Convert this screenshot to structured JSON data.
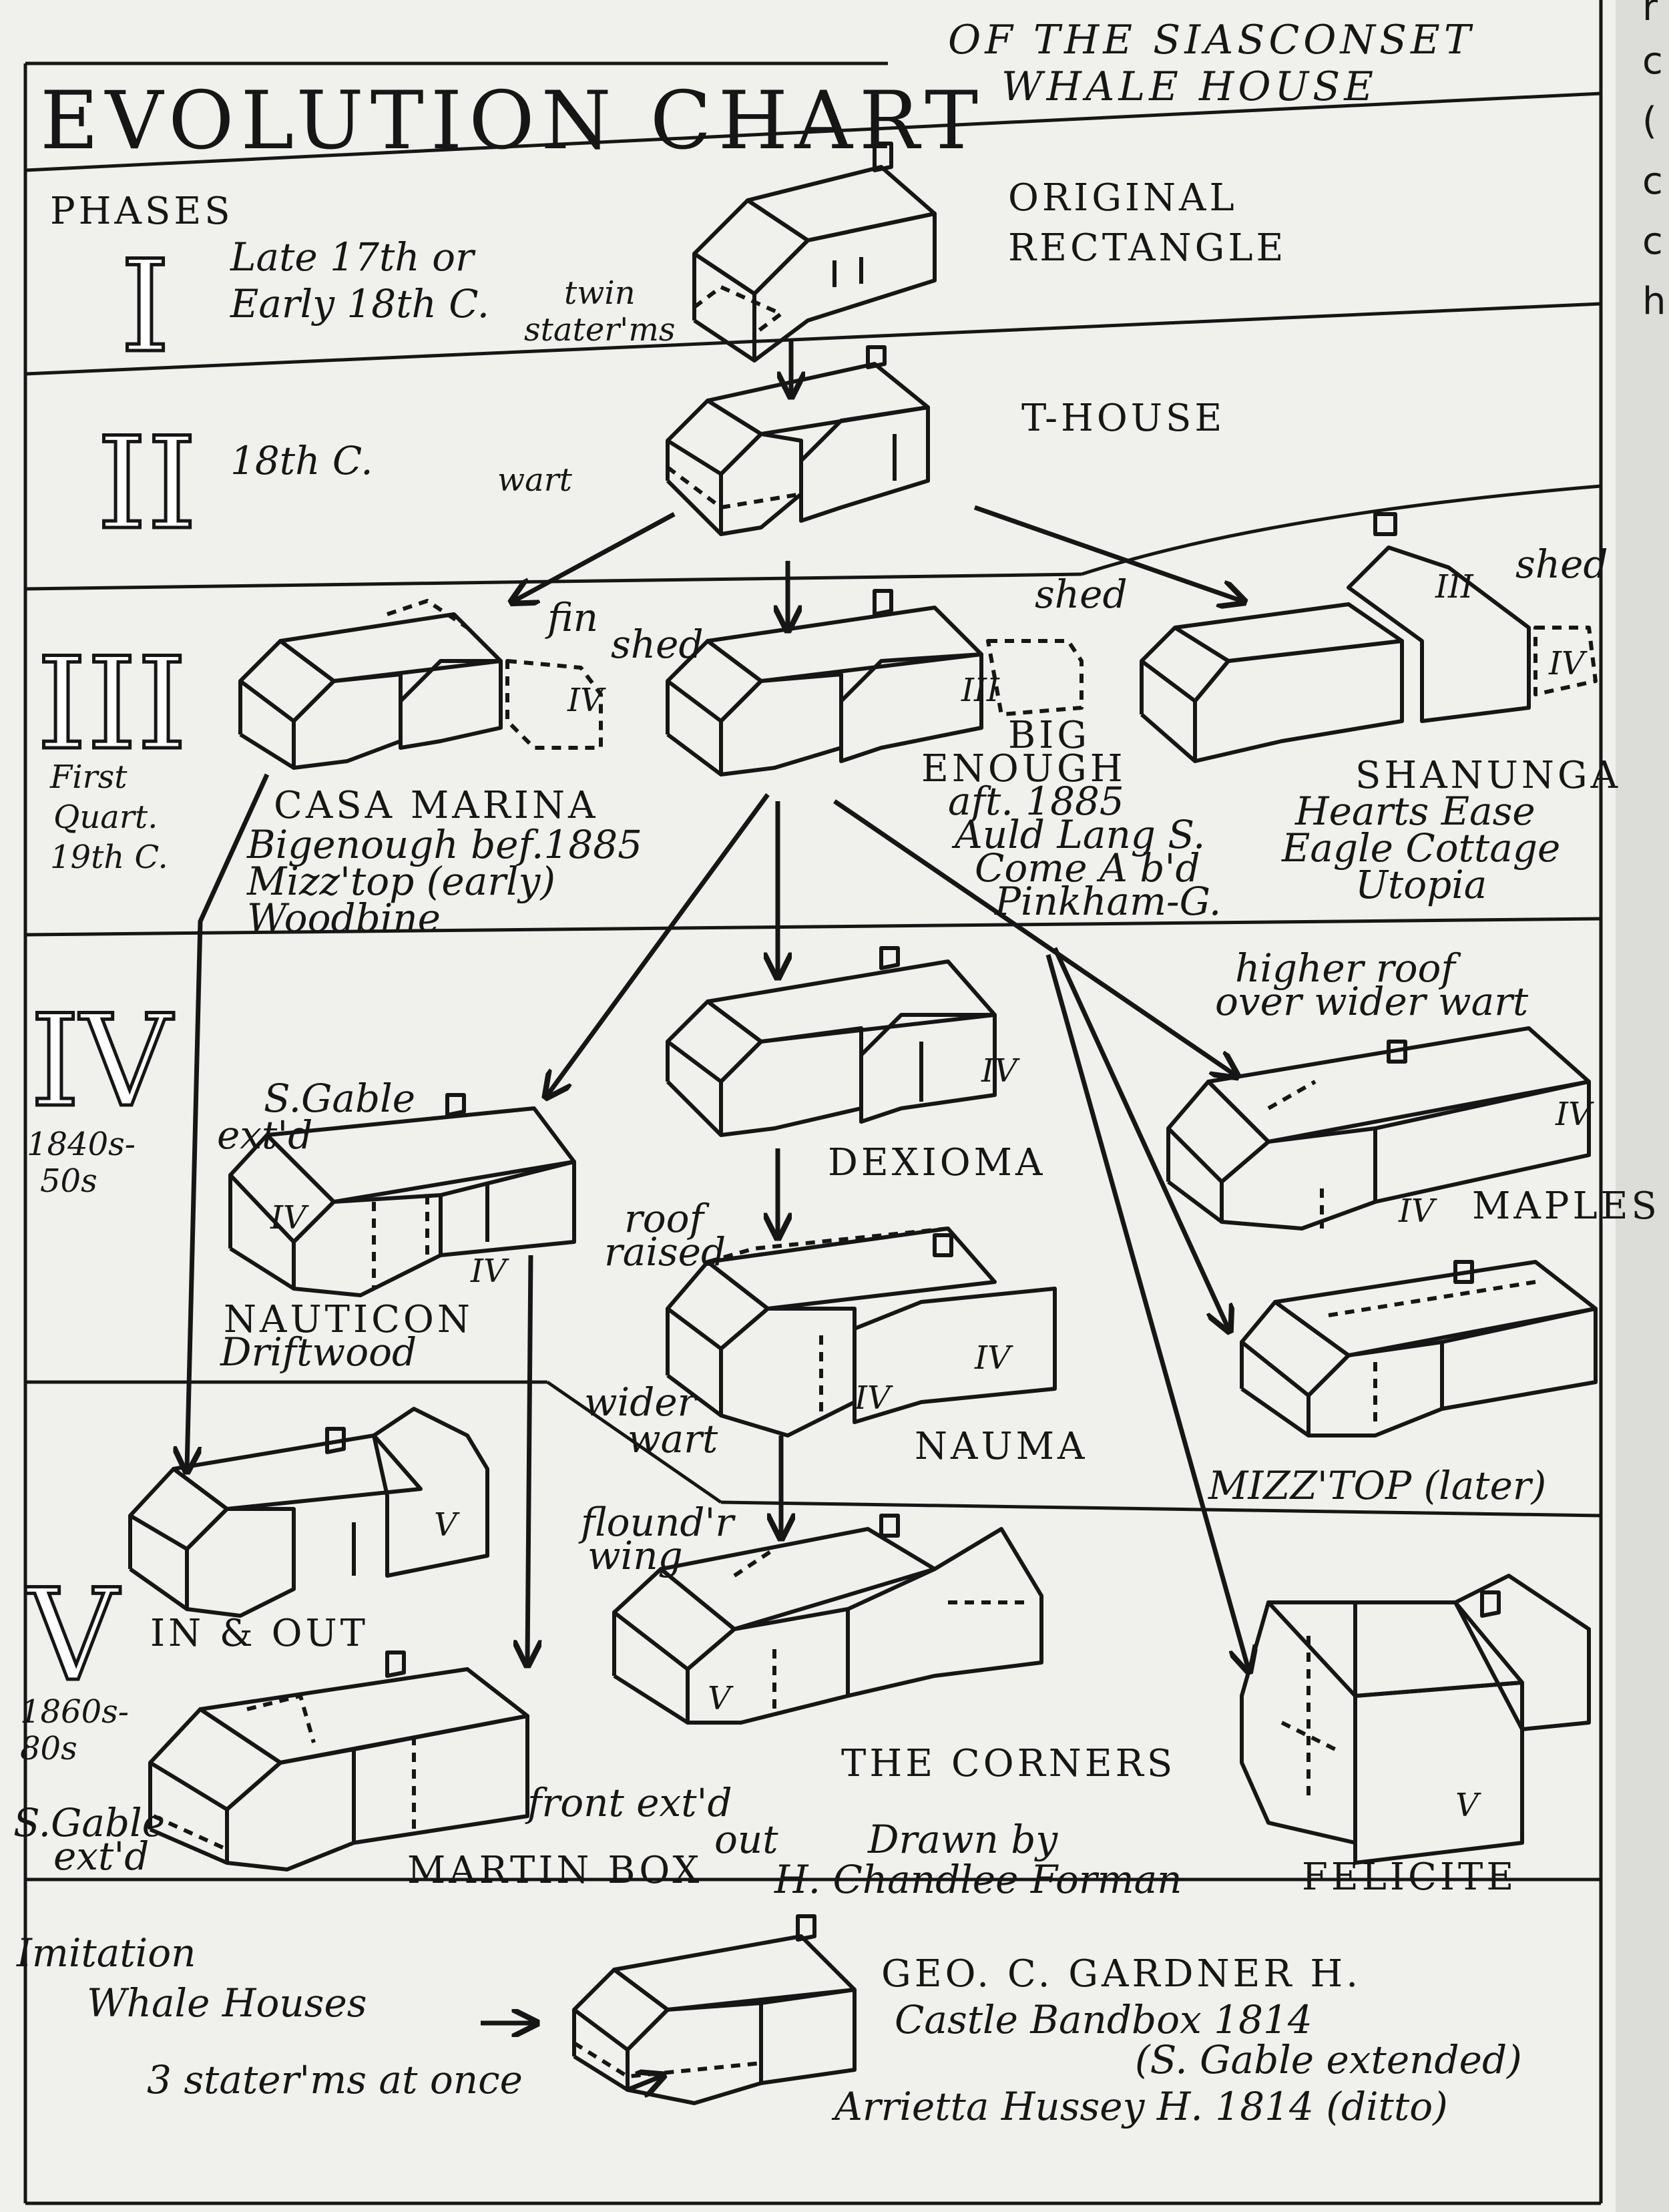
{
  "title": "EVOLUTION CHART",
  "subtitle_lines": [
    "OF THE SIASCONSET",
    "WHALE HOUSE"
  ],
  "phases_header": "PHASES",
  "phases": [
    {
      "numeral": "I",
      "date_lines": [
        "Late 17th or",
        "Early 18th C."
      ],
      "labels": [
        "ORIGINAL",
        "RECTANGLE"
      ]
    },
    {
      "numeral": "II",
      "date_lines": [
        "18th C."
      ],
      "labels": [
        "T-HOUSE"
      ]
    },
    {
      "numeral": "III",
      "date_lines": [
        "First",
        "Quart.",
        "19th C."
      ]
    },
    {
      "numeral": "IV",
      "date_lines": [
        "1840s-",
        "50s"
      ]
    },
    {
      "numeral": "V",
      "date_lines": [
        "1860s-",
        "80s"
      ]
    }
  ],
  "annotations": {
    "twin": "twin",
    "staterms": "stater'ms",
    "wart": "wart",
    "fin": "fin",
    "shed_a": "shed",
    "shed_b": "shed",
    "shed_c": "shed",
    "s_gable_1": "S.Gable",
    "s_gable_1b": "ext'd",
    "roof": "roof",
    "raised": "raised",
    "wider": "wider",
    "wart2": "wart",
    "higher": "higher roof",
    "higher2": "over wider wart",
    "floundr": "flound'r",
    "wing": "wing",
    "front": "front ext'd",
    "out": "out",
    "s_gable_2": "S.Gable",
    "s_gable_2b": "ext'd"
  },
  "house_names": {
    "casa": [
      "CASA MARINA",
      "Bigenough bef.1885",
      "Mizz'top (early)",
      "Woodbine"
    ],
    "big": [
      "BIG",
      "ENOUGH",
      "aft. 1885",
      "Auld Lang S.",
      "Come A b'd",
      "Pinkham-G."
    ],
    "shanunga": [
      "SHANUNGA",
      "Hearts Ease",
      "Eagle Cottage",
      "Utopia"
    ],
    "dexioma": "DEXIOMA",
    "nauticon": [
      "NAUTICON",
      "Driftwood"
    ],
    "nauma": "NAUMA",
    "maples": "MAPLES",
    "mizztop": "MIZZ'TOP (later)",
    "inout": "IN & OUT",
    "corners": "THE CORNERS",
    "martin": "MARTIN BOX",
    "felicite": "FELICITE"
  },
  "credit": [
    "Drawn by",
    "H. Chandlee Forman"
  ],
  "imitation": {
    "label": [
      "Imitation",
      "Whale Houses"
    ],
    "note": "3 stater'ms at once",
    "houses": [
      "GEO. C. GARDNER H.",
      "Castle Bandbox 1814",
      "(S. Gable extended)",
      "Arrietta Hussey H. 1814 (ditto)"
    ]
  },
  "house_marks": {
    "III": "III",
    "IV": "IV",
    "V": "V"
  },
  "page_edge_letters": [
    "r",
    "c",
    "(",
    "c",
    "c",
    "h"
  ]
}
